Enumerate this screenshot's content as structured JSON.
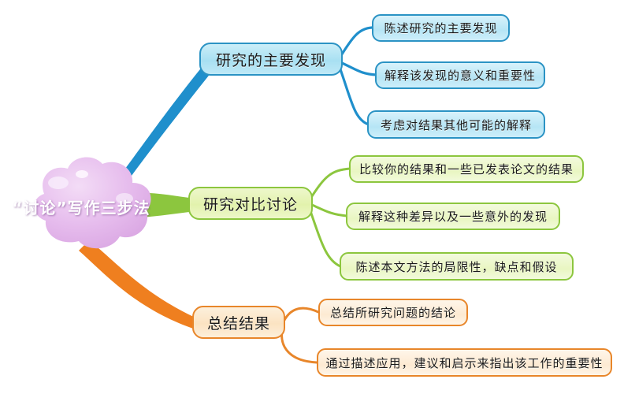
{
  "diagram": {
    "type": "mind-map",
    "root": {
      "label": "“讨论”写作三步法",
      "shape": "cloud",
      "fill_color": "#e3b8e8",
      "text_color": "#ffffff"
    },
    "branches": [
      {
        "label": "研究的主要发现",
        "color": "#1f8fcc",
        "accent_fill": "#a8e0f2",
        "children": [
          {
            "label": "陈述研究的主要发现"
          },
          {
            "label": "解释该发现的意义和重要性"
          },
          {
            "label": "考虑对结果其他可能的解释"
          }
        ]
      },
      {
        "label": "研究对比讨论",
        "color": "#8cc63e",
        "accent_fill": "#e2f2ac",
        "children": [
          {
            "label": "比较你的结果和一些已发表论文的结果"
          },
          {
            "label": "解释这种差异以及一些意外的发现"
          },
          {
            "label": "陈述本文方法的局限性，缺点和假设"
          }
        ]
      },
      {
        "label": "总结结果",
        "color": "#e8862a",
        "accent_fill": "#fbe3c2",
        "children": [
          {
            "label": "总结所研究问题的结论"
          },
          {
            "label": "通过描述应用，建议和启示来指出该工作的重要性"
          }
        ]
      }
    ]
  }
}
